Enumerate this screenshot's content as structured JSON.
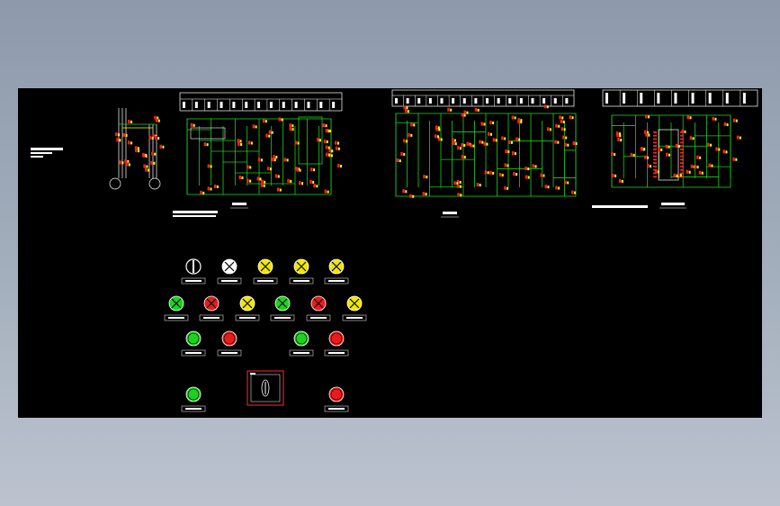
{
  "colors": {
    "background": "#000000",
    "wire_green": "#19d219",
    "wire_white": "#ffffff",
    "contact_red": "#ff2020",
    "contact_yellow": "#ffff00",
    "lamp_yellow": "#f2e600",
    "lamp_green": "#1fd11f",
    "lamp_red": "#e81c1c",
    "switch_frame": "#ff2a2a"
  },
  "diagram": {
    "left_note": "",
    "sheets": [
      {
        "id": "sheet-1",
        "caption_left": "",
        "caption_right": ""
      },
      {
        "id": "sheet-2",
        "caption": ""
      },
      {
        "id": "sheet-3",
        "caption_left": "",
        "caption_right": ""
      }
    ]
  },
  "panel": {
    "lamp_row1": [
      "selector",
      "white",
      "yellow",
      "yellow",
      "yellow"
    ],
    "lamp_row2": [
      "green",
      "red",
      "yellow",
      "green",
      "red",
      "yellow"
    ],
    "button_row3": [
      "green",
      "red",
      "green",
      "red"
    ],
    "button_row4": [
      "green",
      "red"
    ],
    "key_switch_icon": "key-switch-icon"
  }
}
